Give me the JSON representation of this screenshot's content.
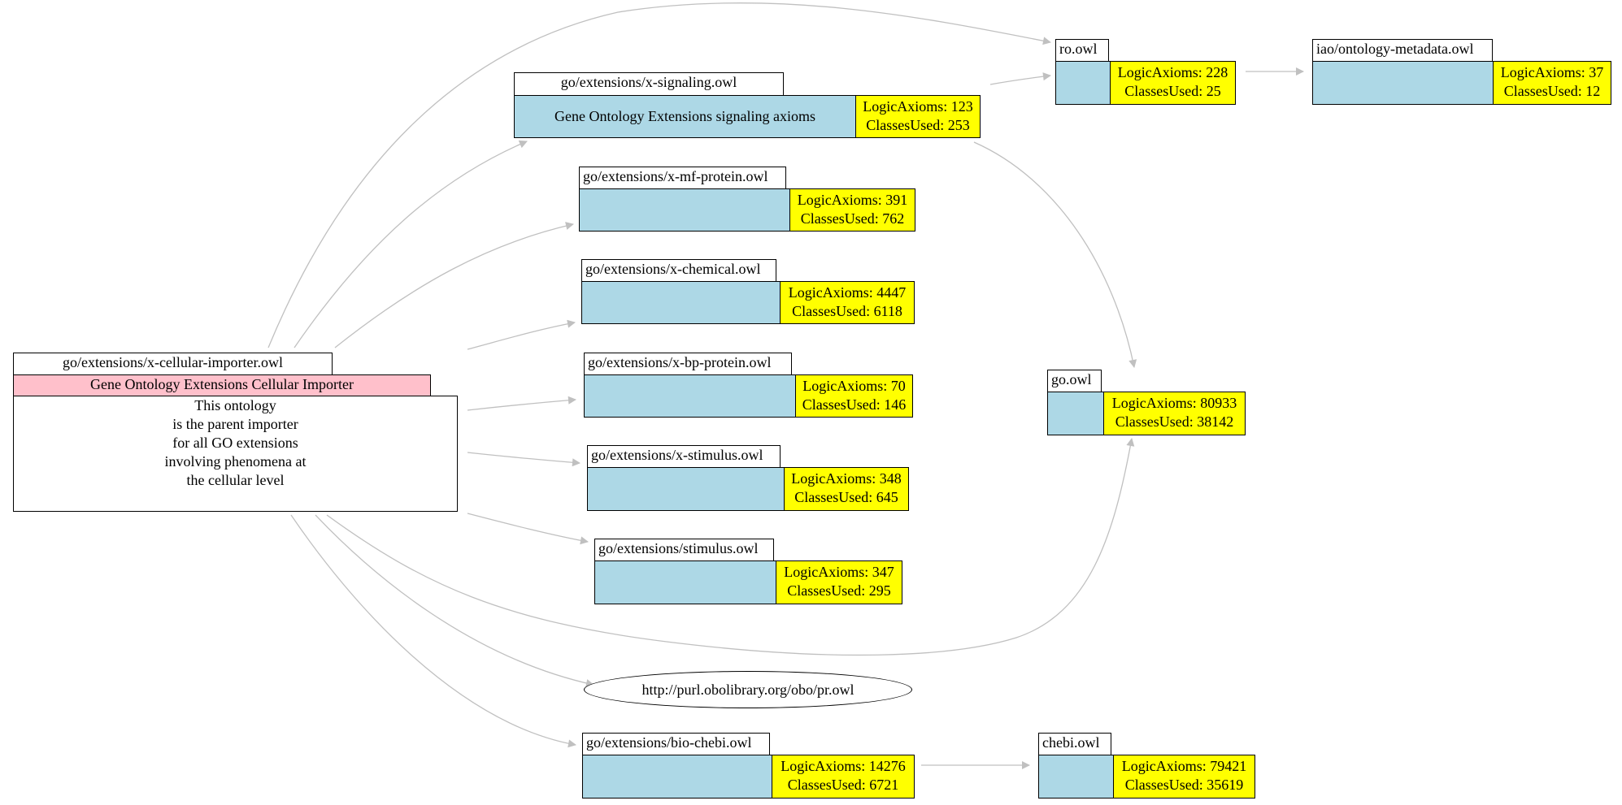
{
  "colors": {
    "edge": "#c0c0c0",
    "body": "#add8e6",
    "label": "#ffc0cb",
    "stats": "#ffff00"
  },
  "root": {
    "title": "go/extensions/x-cellular-importer.owl",
    "label": "Gene Ontology Extensions Cellular Importer",
    "description": [
      "This ontology",
      "is the parent importer",
      "for all GO extensions",
      "involving phenomena at",
      "the cellular level"
    ]
  },
  "nodes": {
    "signaling": {
      "title": "go/extensions/x-signaling.owl",
      "label": "Gene Ontology Extensions signaling axioms",
      "axioms": "LogicAxioms: 123",
      "classes": "ClassesUsed: 253"
    },
    "mf_protein": {
      "title": "go/extensions/x-mf-protein.owl",
      "axioms": "LogicAxioms: 391",
      "classes": "ClassesUsed: 762"
    },
    "chemical": {
      "title": "go/extensions/x-chemical.owl",
      "axioms": "LogicAxioms: 4447",
      "classes": "ClassesUsed: 6118"
    },
    "bp_protein": {
      "title": "go/extensions/x-bp-protein.owl",
      "axioms": "LogicAxioms: 70",
      "classes": "ClassesUsed: 146"
    },
    "x_stimulus": {
      "title": "go/extensions/x-stimulus.owl",
      "axioms": "LogicAxioms: 348",
      "classes": "ClassesUsed: 645"
    },
    "stimulus": {
      "title": "go/extensions/stimulus.owl",
      "axioms": "LogicAxioms: 347",
      "classes": "ClassesUsed: 295"
    },
    "pr": {
      "label": "http://purl.obolibrary.org/obo/pr.owl"
    },
    "bio_chebi": {
      "title": "go/extensions/bio-chebi.owl",
      "axioms": "LogicAxioms: 14276",
      "classes": "ClassesUsed: 6721"
    },
    "ro": {
      "title": "ro.owl",
      "axioms": "LogicAxioms: 228",
      "classes": "ClassesUsed: 25"
    },
    "iao": {
      "title": "iao/ontology-metadata.owl",
      "axioms": "LogicAxioms: 37",
      "classes": "ClassesUsed: 12"
    },
    "go": {
      "title": "go.owl",
      "axioms": "LogicAxioms: 80933",
      "classes": "ClassesUsed: 38142"
    },
    "chebi": {
      "title": "chebi.owl",
      "axioms": "LogicAxioms: 79421",
      "classes": "ClassesUsed: 35619"
    }
  }
}
